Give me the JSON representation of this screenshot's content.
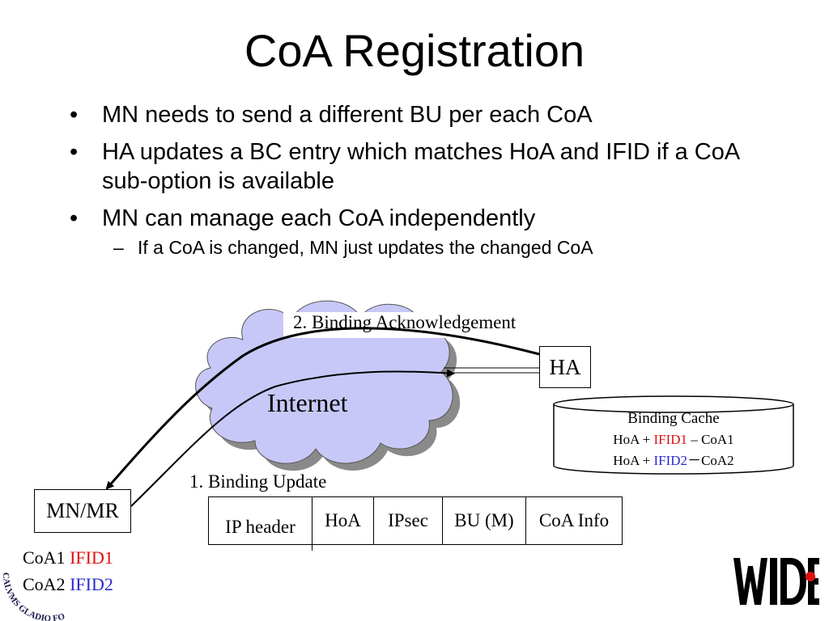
{
  "title": "CoA Registration",
  "bullets": [
    {
      "level": 1,
      "text": "MN needs to send a different BU per each CoA"
    },
    {
      "level": 1,
      "text": "HA updates a BC entry which matches HoA and IFID if a CoA sub-option is available"
    },
    {
      "level": 1,
      "text": "MN can manage each CoA independently"
    },
    {
      "level": 2,
      "text": "If a CoA is changed, MN just updates the changed CoA"
    }
  ],
  "bullet_marker": "•",
  "sub_marker": "–",
  "diagram": {
    "internet_label": "Internet",
    "ack_label": "2. Binding Acknowledgement",
    "bu_label": "1. Binding Update",
    "ha_label": "HA",
    "mn_label": "MN/MR",
    "binding_cache": {
      "title": "Binding Cache",
      "rows": [
        {
          "hoa": "HoA + ",
          "ifid": "IFID1",
          "sep": " – ",
          "coa": "CoA1"
        },
        {
          "hoa": "HoA + ",
          "ifid": "IFID2",
          "sep": "－",
          "coa": "CoA2"
        }
      ]
    },
    "packet_fields": [
      "IP header",
      "HoA",
      "IPsec",
      "BU (M)",
      "CoA Info"
    ],
    "mn_addresses": [
      {
        "coa": "CoA1 ",
        "ifid": "IFID1"
      },
      {
        "coa": "CoA2 ",
        "ifid": "IFID2"
      }
    ]
  },
  "logo": {
    "text": "WIDE",
    "stamp_text": "CALVMS GLADIO FO"
  },
  "colors": {
    "cloud_fill": "#c8c8f8",
    "cloud_shadow": "#8a8a8a",
    "ifid1": "#e01010",
    "ifid2": "#2a2ad0",
    "logo_dot": "#e01010"
  }
}
